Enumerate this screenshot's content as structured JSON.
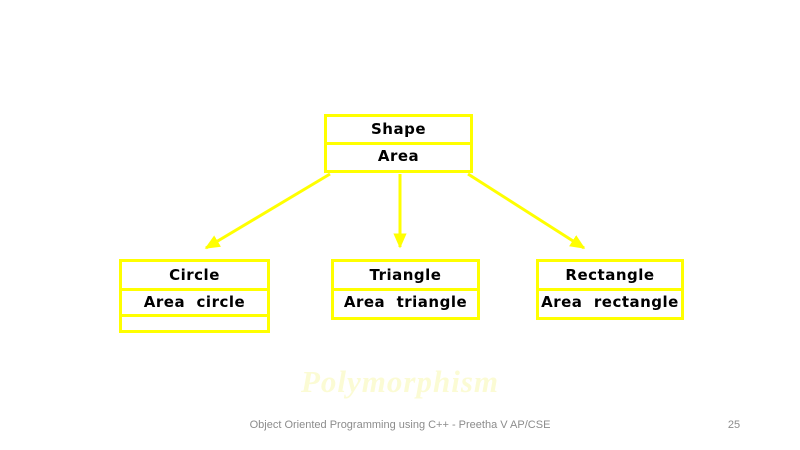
{
  "slide": {
    "caption": "Polymorphism",
    "footer_text": "Object Oriented Programming using C++ - Preetha V AP/CSE",
    "page_number": "25"
  },
  "colors": {
    "diagram_yellow": "#FFFF00",
    "caption_pale_yellow": "#FBFBD4",
    "footer_gray": "#8C8C8C",
    "box_text": "#000000",
    "background": "#FFFFFF"
  },
  "diagram": {
    "base_class": {
      "name": "Shape",
      "method": "Area"
    },
    "derived_classes": [
      {
        "name": "Circle",
        "method": "Area  circle"
      },
      {
        "name": "Triangle",
        "method": "Area  triangle"
      },
      {
        "name": "Rectangle",
        "method": "Area  rectangle"
      }
    ],
    "edges": [
      {
        "from": "Shape",
        "to": "Circle"
      },
      {
        "from": "Shape",
        "to": "Triangle"
      },
      {
        "from": "Shape",
        "to": "Rectangle"
      }
    ]
  }
}
